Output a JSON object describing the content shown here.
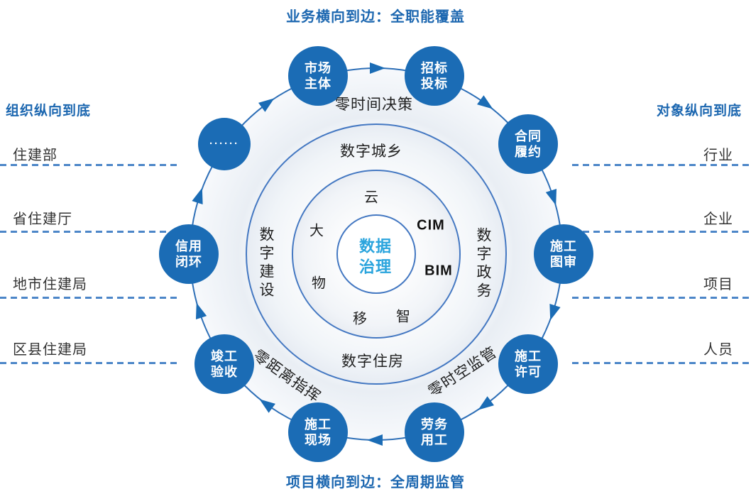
{
  "titles": {
    "top": "业务横向到边：全职能覆盖",
    "bottom": "项目横向到边：全周期监管"
  },
  "left_panel": {
    "header": "组织纵向到底",
    "items": [
      "住建部",
      "省住建厅",
      "地市住建局",
      "区县住建局"
    ]
  },
  "right_panel": {
    "header": "对象纵向到底",
    "items": [
      "行业",
      "企业",
      "项目",
      "人员"
    ]
  },
  "cycle_nodes": [
    {
      "id": "market-entity",
      "label": "市场\n主体"
    },
    {
      "id": "bid-tender",
      "label": "招标\n投标"
    },
    {
      "id": "contract-performance",
      "label": "合同\n履约"
    },
    {
      "id": "drawing-review",
      "label": "施工\n图审"
    },
    {
      "id": "construction-permit",
      "label": "施工\n许可"
    },
    {
      "id": "labor-employment",
      "label": "劳务\n用工"
    },
    {
      "id": "construction-site",
      "label": "施工\n现场"
    },
    {
      "id": "completion-acceptance",
      "label": "竣工\n验收"
    },
    {
      "id": "credit-loop",
      "label": "信用\n闭环"
    },
    {
      "id": "more",
      "label": "······"
    }
  ],
  "ring_labels": {
    "zero_time": "零时间决策",
    "zero_distance": "零距离指挥",
    "zero_spacetime": "零时空监管"
  },
  "domain_ring": {
    "top": "数字城乡",
    "right": "数字政务",
    "bottom": "数字住房",
    "left": "数字建设"
  },
  "tech_ring": {
    "cloud": "云",
    "cim": "CIM",
    "bim": "BIM",
    "wisdom": "智",
    "mobile": "移",
    "iot": "物",
    "big": "大"
  },
  "center": {
    "label": "数据\n治理"
  },
  "colors": {
    "node_blue": "#1b6cb5",
    "title_blue": "#1c67b0",
    "center_cyan": "#2aa4dd",
    "ring_stroke": "#4478c2",
    "outer_path_stroke": "#2e6fb7",
    "dashed_line": "#4c86c8",
    "dark_text": "#1f1f1f"
  }
}
